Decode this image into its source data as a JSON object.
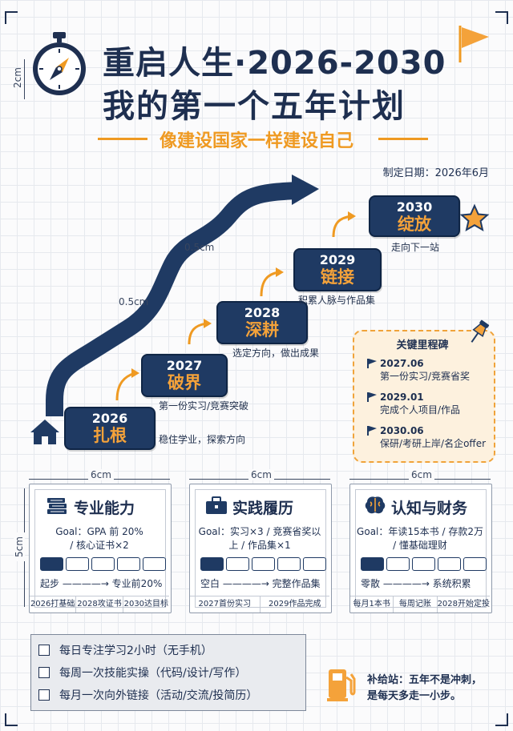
{
  "header": {
    "title_line1": "重启人生·2026-2030",
    "title_line2": "我的第一个五年计划",
    "subtitle": "像建设国家一样建设自己",
    "plan_date": "制定日期：2026年6月",
    "height_label": "2cm"
  },
  "stairs_units": {
    "rise1": "0.5cm",
    "rise2": "0.5cm"
  },
  "stairs": [
    {
      "year": "2026",
      "word": "扎根",
      "caption": "稳住学业，探索方向"
    },
    {
      "year": "2027",
      "word": "破界",
      "caption": "第一份实习/竞赛突破"
    },
    {
      "year": "2028",
      "word": "深耕",
      "caption": "选定方向，做出成果"
    },
    {
      "year": "2029",
      "word": "链接",
      "caption": "积累人脉与作品集"
    },
    {
      "year": "2030",
      "word": "绽放",
      "caption": "走向下一站"
    }
  ],
  "milestones": {
    "title": "关键里程碑",
    "items": [
      {
        "date": "2027.06",
        "text": "第一份实习/竞赛省奖"
      },
      {
        "date": "2029.01",
        "text": "完成个人项目/作品"
      },
      {
        "date": "2030.06",
        "text": "保研/考研上岸/名企offer"
      }
    ]
  },
  "cards_units": {
    "width": "6cm",
    "height": "5cm"
  },
  "cards": [
    {
      "icon": "books-icon",
      "title": "专业能力",
      "goal_line1": "Goal：GPA 前 20%",
      "goal_line2": "/ 核心证书×2",
      "progress_filled": 1,
      "progress_total": 5,
      "range": "起步 ————→ 专业前20%",
      "footer": [
        "2026打基础",
        "2028攻证书",
        "2030达目标"
      ]
    },
    {
      "icon": "briefcase-icon",
      "title": "实践履历",
      "goal_line1": "Goal：实习×3 / 竞赛省奖以",
      "goal_line2": "上 / 作品集×1",
      "progress_filled": 1,
      "progress_total": 5,
      "range": "空白 ————→ 完整作品集",
      "footer": [
        "2027首份实习",
        "2029作品完成"
      ]
    },
    {
      "icon": "brain-icon",
      "title": "认知与财务",
      "goal_line1": "Goal：年读15本书 / 存款2万",
      "goal_line2": "/ 懂基础理财",
      "progress_filled": 1,
      "progress_total": 5,
      "range": "零散 ————→ 系统积累",
      "footer": [
        "每月1本书",
        "每周记账",
        "2028开始定投"
      ]
    }
  ],
  "checklist": [
    "每日专注学习2小时（无手机）",
    "每周一次技能实操（代码/设计/写作）",
    "每月一次向外链接（活动/交流/投简历）"
  ],
  "supply": {
    "line1": "补给站：五年不是冲刺，",
    "line2": "是每天多走一小步。"
  },
  "colors": {
    "navy": "#1f3a63",
    "orange": "#ef9a22",
    "paper": "#fbfbfc"
  }
}
